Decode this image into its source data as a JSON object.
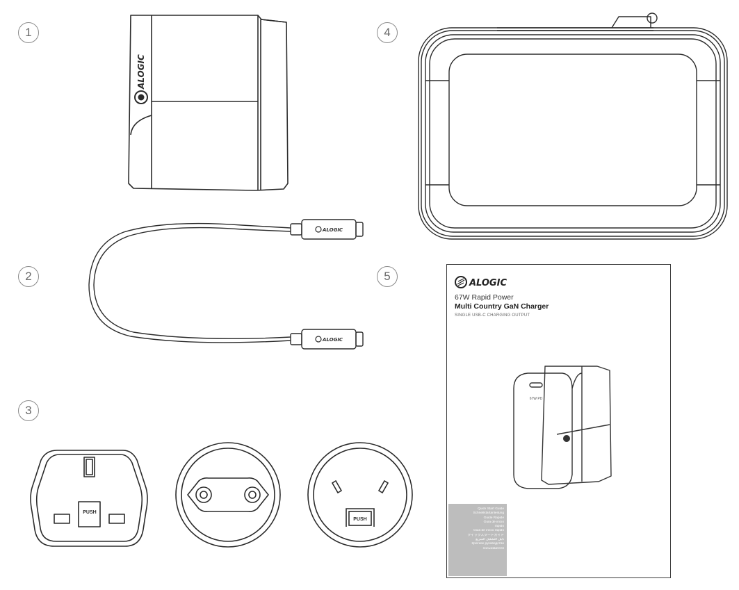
{
  "items": [
    {
      "number": "1"
    },
    {
      "number": "2"
    },
    {
      "number": "3"
    },
    {
      "number": "4"
    },
    {
      "number": "5"
    }
  ],
  "brand": "ALOGIC",
  "adapter_label": "PUSH",
  "guide": {
    "subtitle": "67W Rapid Power",
    "title": "Multi Country GaN Charger",
    "tag": "SINGLE USB-C CHARGING OUTPUT",
    "port_label": "67W PD",
    "languages": [
      "Quick Start Guide",
      "Schnellstartanleitung",
      "Guide Rapide",
      "Guía de inicio",
      "rápido",
      "Guia de início rápido",
      "クイックスタートガイド",
      "دليل التشغيل السريع",
      "Краткое руководство",
      "пользователя"
    ]
  },
  "colors": {
    "line": "#2b2b2b",
    "muted": "#8a8a8a",
    "guide_box": "#bdbdbd"
  }
}
